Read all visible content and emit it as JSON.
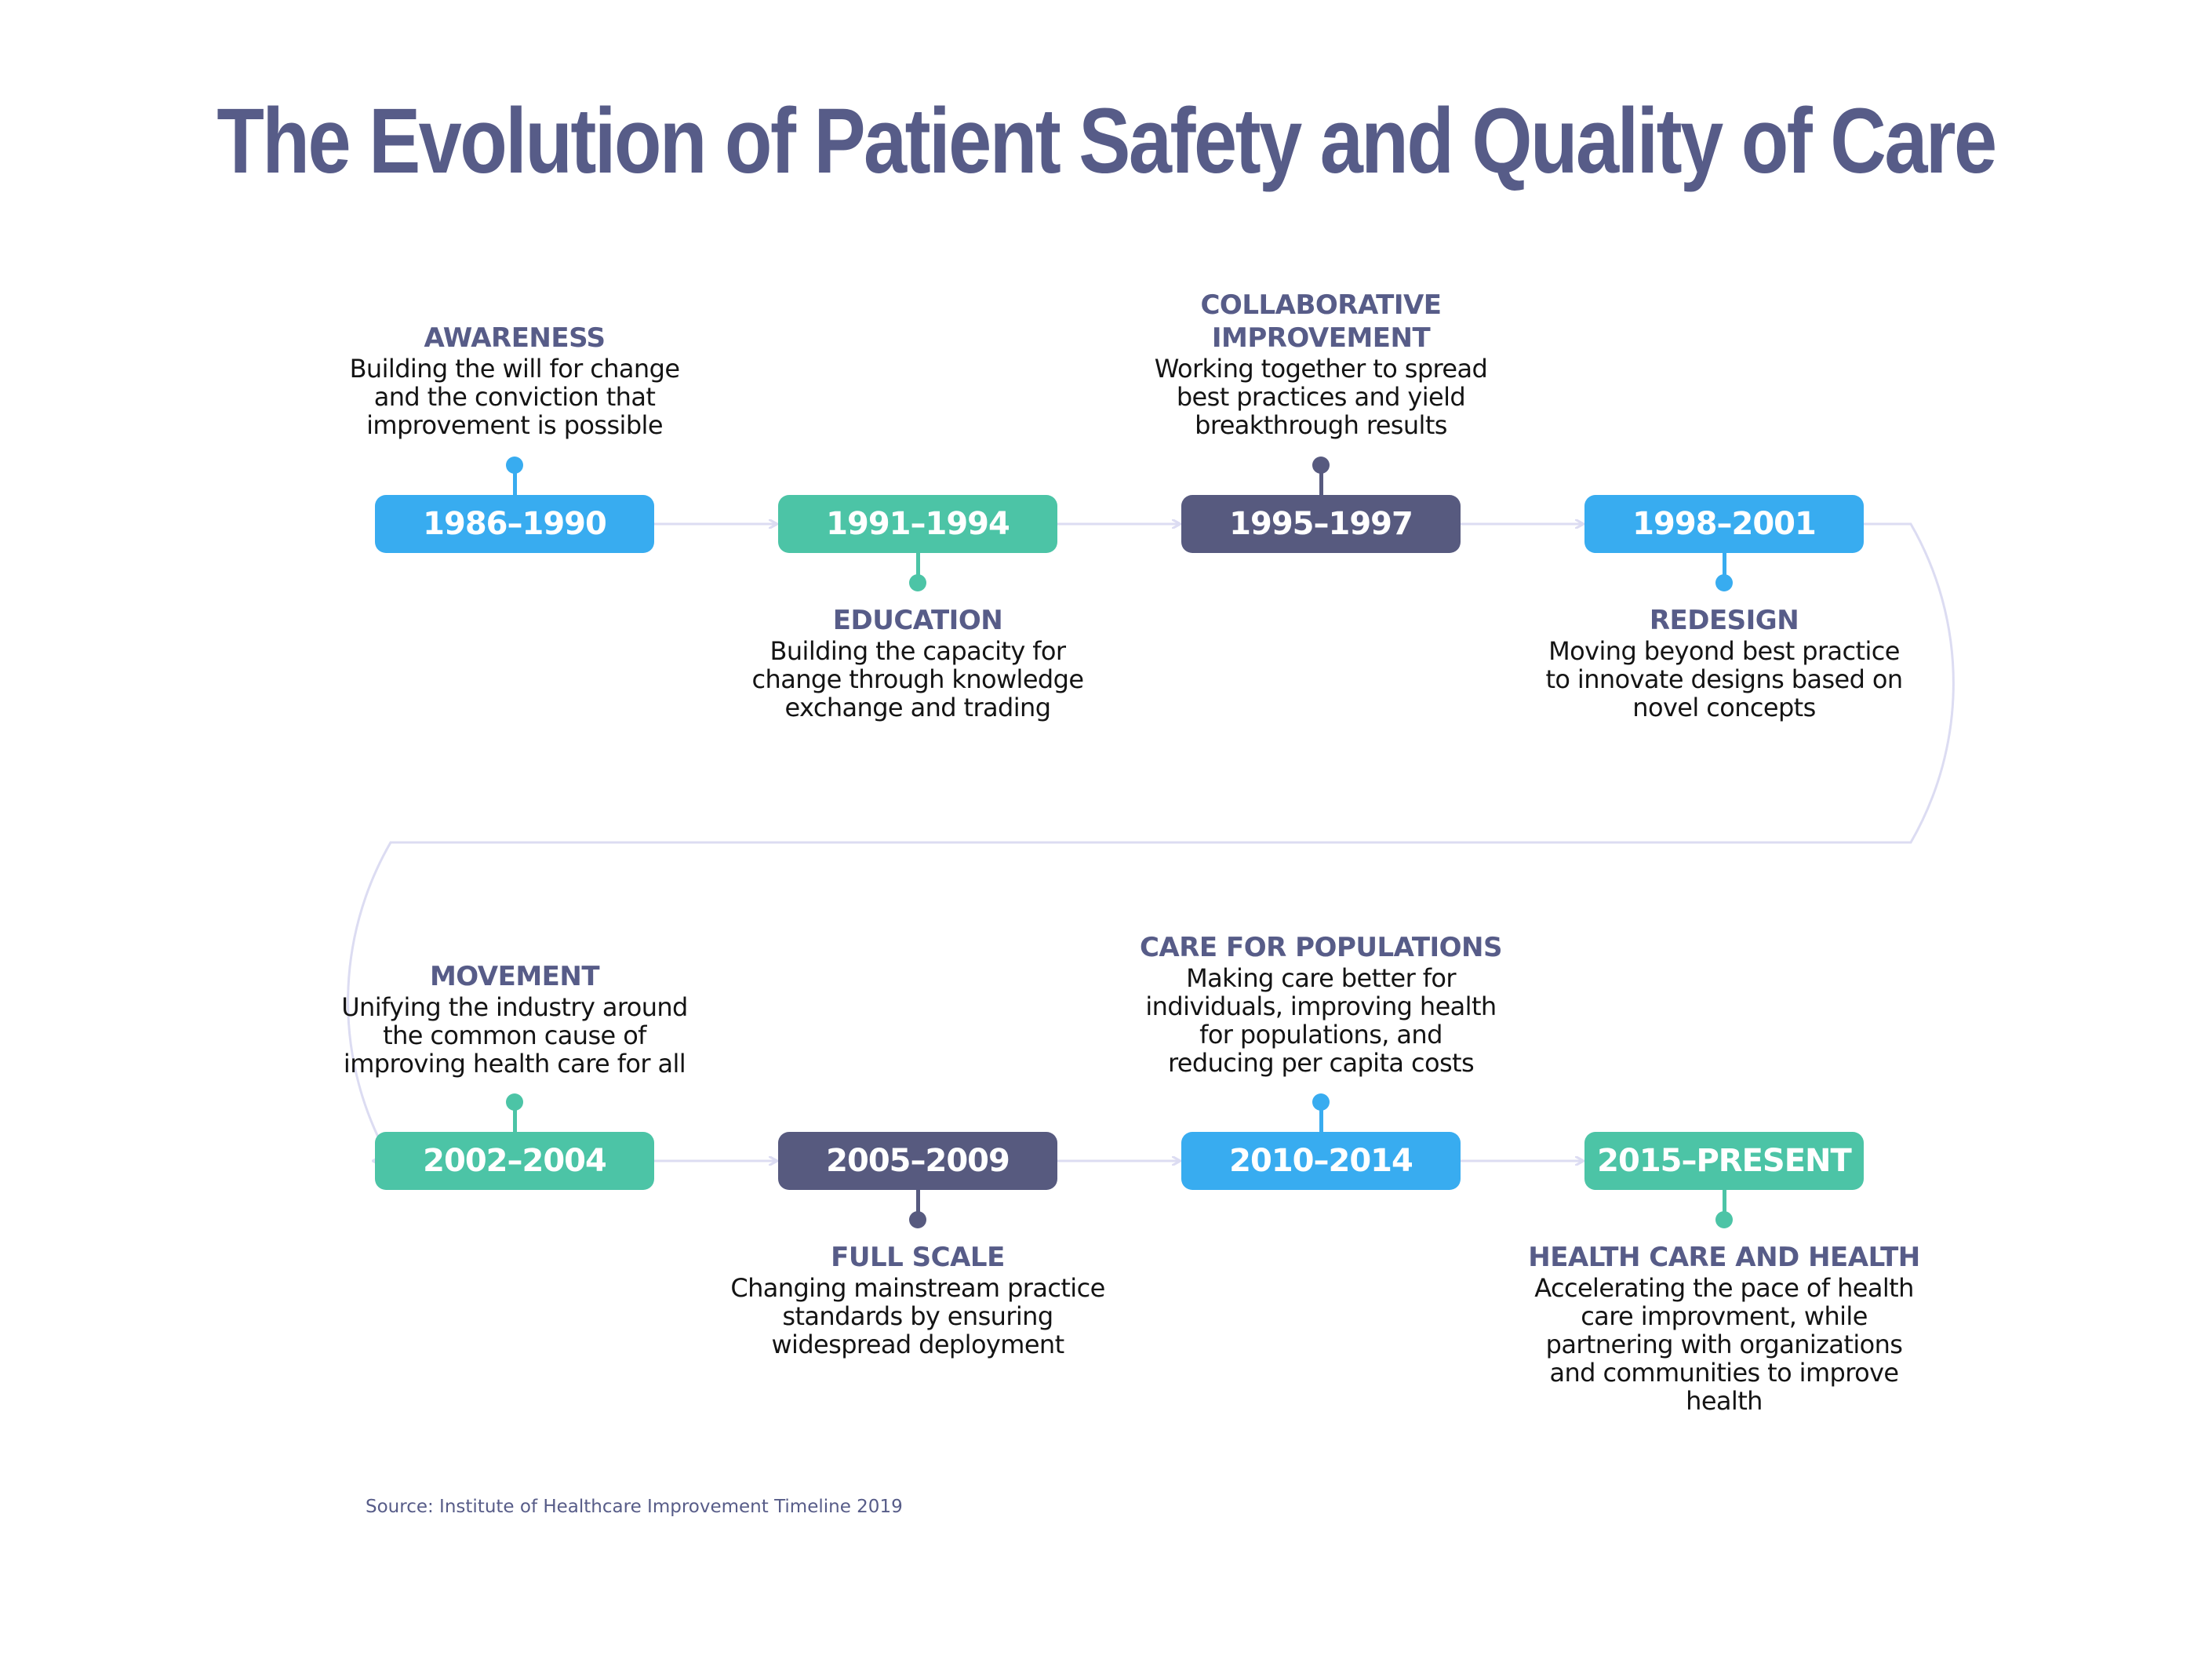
{
  "title": "The Evolution of Patient Safety and Quality of Care",
  "source": "Source: Institute of Healthcare Improvement Timeline 2019",
  "colors": {
    "title": "#575c88",
    "heading": "#575c88",
    "blue": "#38acf0",
    "teal": "#4cc4a6",
    "navy": "#575a7f",
    "connector": "#dcdcf2",
    "source": "#575c88"
  },
  "milestones": [
    {
      "period": "1986–1990",
      "heading": "AWARENESS",
      "description": "Building the will for change and the conviction that improvement is possible",
      "color": "blue"
    },
    {
      "period": "1991–1994",
      "heading": "EDUCATION",
      "description": "Building the capacity for change through knowledge exchange and trading",
      "color": "teal"
    },
    {
      "period": "1995–1997",
      "heading": "COLLABORATIVE IMPROVEMENT",
      "description": "Working together to spread best practices and yield breakthrough results",
      "color": "navy"
    },
    {
      "period": "1998–2001",
      "heading": "REDESIGN",
      "description": "Moving beyond best practice to innovate designs based on novel concepts",
      "color": "blue"
    },
    {
      "period": "2002–2004",
      "heading": "MOVEMENT",
      "description": "Unifying the industry around the common cause of improving health care for all",
      "color": "teal"
    },
    {
      "period": "2005–2009",
      "heading": "FULL SCALE",
      "description": "Changing mainstream practice standards by ensuring widespread deployment",
      "color": "navy"
    },
    {
      "period": "2010–2014",
      "heading": "CARE FOR POPULATIONS",
      "description": "Making care better for individuals, improving health for populations, and reducing per capita costs",
      "color": "blue"
    },
    {
      "period": "2015–PRESENT",
      "heading": "HEALTH CARE AND HEALTH",
      "description": "Accelerating the pace of health care improvment, while partnering with organizations and communities to improve health",
      "color": "teal"
    }
  ]
}
